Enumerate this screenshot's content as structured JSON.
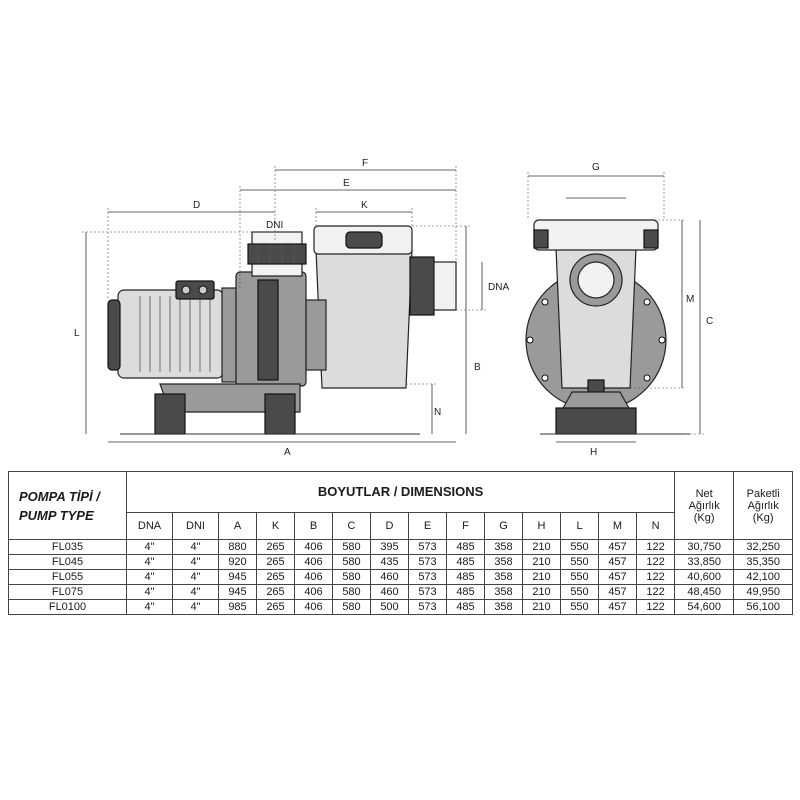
{
  "diagram": {
    "side_labels": {
      "F": "F",
      "E": "E",
      "D": "D",
      "K": "K",
      "DNI": "DNI",
      "DNA": "DNA",
      "L": "L",
      "B": "B",
      "N": "N",
      "A": "A"
    },
    "front_labels": {
      "G": "G",
      "M": "M",
      "C": "C",
      "H": "H"
    }
  },
  "table": {
    "pump_type_line1": "POMPA TİPİ /",
    "pump_type_line2": "PUMP TYPE",
    "dimensions_title": "BOYUTLAR / DIMENSIONS",
    "net_weight": [
      "Net",
      "Ağırlık",
      "(Kg)"
    ],
    "packed_weight": [
      "Paketli",
      "Ağırlık",
      "(Kg)"
    ],
    "columns": [
      "DNA",
      "DNI",
      "A",
      "K",
      "B",
      "C",
      "D",
      "E",
      "F",
      "G",
      "H",
      "L",
      "M",
      "N"
    ],
    "rows": [
      {
        "model": "FL035",
        "values": [
          "4\"",
          "4\"",
          "880",
          "265",
          "406",
          "580",
          "395",
          "573",
          "485",
          "358",
          "210",
          "550",
          "457",
          "122"
        ],
        "net": "30,750",
        "packed": "32,250"
      },
      {
        "model": "FL045",
        "values": [
          "4\"",
          "4\"",
          "920",
          "265",
          "406",
          "580",
          "435",
          "573",
          "485",
          "358",
          "210",
          "550",
          "457",
          "122"
        ],
        "net": "33,850",
        "packed": "35,350"
      },
      {
        "model": "FL055",
        "values": [
          "4\"",
          "4\"",
          "945",
          "265",
          "406",
          "580",
          "460",
          "573",
          "485",
          "358",
          "210",
          "550",
          "457",
          "122"
        ],
        "net": "40,600",
        "packed": "42,100"
      },
      {
        "model": "FL075",
        "values": [
          "4\"",
          "4\"",
          "945",
          "265",
          "406",
          "580",
          "460",
          "573",
          "485",
          "358",
          "210",
          "550",
          "457",
          "122"
        ],
        "net": "48,450",
        "packed": "49,950"
      },
      {
        "model": "FL0100",
        "values": [
          "4\"",
          "4\"",
          "985",
          "265",
          "406",
          "580",
          "500",
          "573",
          "485",
          "358",
          "210",
          "550",
          "457",
          "122"
        ],
        "net": "54,600",
        "packed": "56,100"
      }
    ]
  }
}
